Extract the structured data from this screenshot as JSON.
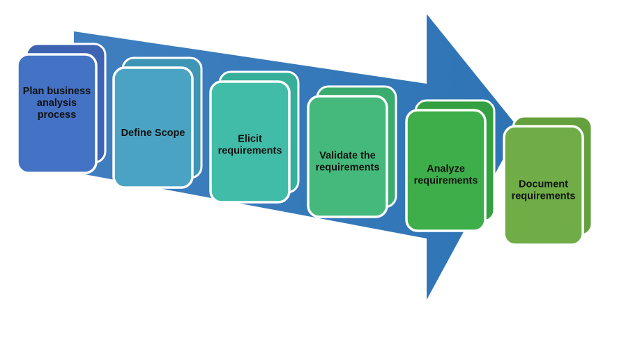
{
  "diagram": {
    "arrow_color": "#2E74B5",
    "steps": [
      {
        "lines": [
          "Plan business",
          "analysis",
          "process"
        ],
        "color": "#4472C4",
        "shadow": "#3E63B3"
      },
      {
        "lines": [
          "Define Scope"
        ],
        "color": "#4BA3C3",
        "shadow": "#3F95B4"
      },
      {
        "lines": [
          "Elicit",
          "requirements"
        ],
        "color": "#41BCA8",
        "shadow": "#36AE99"
      },
      {
        "lines": [
          "Validate the",
          "requirements"
        ],
        "color": "#45B97C",
        "shadow": "#3CAB6F"
      },
      {
        "lines": [
          "Analyze",
          "requirements"
        ],
        "color": "#3DAE4A",
        "shadow": "#34A041"
      },
      {
        "lines": [
          "Document",
          "requirements"
        ],
        "color": "#70AD47",
        "shadow": "#64A03D"
      }
    ]
  }
}
